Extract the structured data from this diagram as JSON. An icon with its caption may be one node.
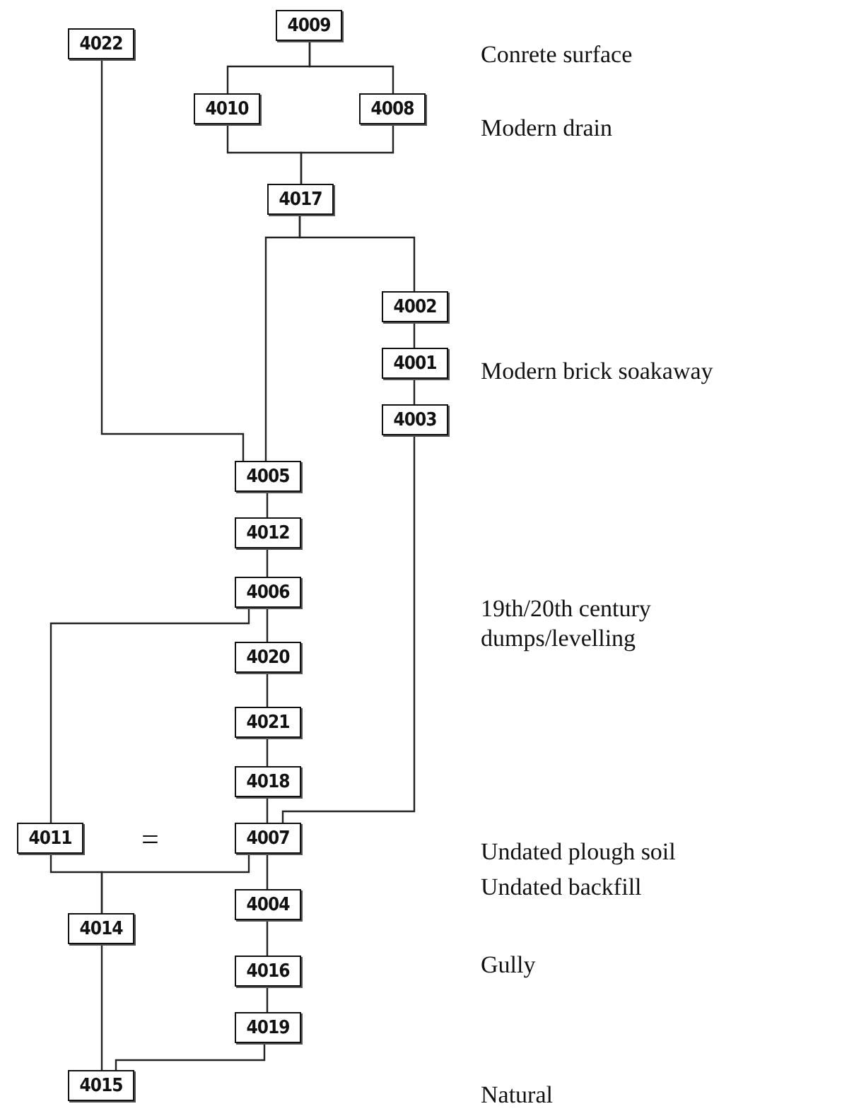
{
  "diagram": {
    "nodes": [
      {
        "text": [
          "4022"
        ]
      },
      {
        "text": [
          "4009"
        ]
      },
      {
        "text": [
          "4010"
        ]
      },
      {
        "text": [
          "4008"
        ]
      },
      {
        "text": [
          "4017"
        ]
      },
      {
        "text": [
          "4002"
        ]
      },
      {
        "text": [
          "4001"
        ]
      },
      {
        "text": [
          "4003"
        ]
      },
      {
        "text": [
          "4005"
        ]
      },
      {
        "text": [
          "4012"
        ]
      },
      {
        "text": [
          "4006"
        ]
      },
      {
        "text": [
          "4020"
        ]
      },
      {
        "text": [
          "4021"
        ]
      },
      {
        "text": [
          "4018"
        ]
      },
      {
        "text": [
          "4011"
        ]
      },
      {
        "text": [
          "4007"
        ]
      },
      {
        "text": [
          "4004"
        ]
      },
      {
        "text": [
          "4014"
        ]
      },
      {
        "text": [
          "4016"
        ]
      },
      {
        "text": [
          "4019"
        ]
      },
      {
        "text": [
          "4015"
        ]
      }
    ],
    "edges": [
      {
        "from": 1,
        "to": 2,
        "arrow": "none"
      },
      {
        "from": 1,
        "to": 3,
        "arrow": "none"
      },
      {
        "from": 2,
        "to": 4,
        "arrow": "none"
      },
      {
        "from": 3,
        "to": 4,
        "arrow": "none"
      },
      {
        "from": 4,
        "to": 8,
        "arrow": "none"
      },
      {
        "from": 4,
        "to": 5,
        "arrow": "none"
      },
      {
        "from": 5,
        "to": 6,
        "arrow": "none"
      },
      {
        "from": 6,
        "to": 7,
        "arrow": "none"
      },
      {
        "from": 0,
        "to": 8,
        "arrow": "none"
      },
      {
        "from": 8,
        "to": 9,
        "arrow": "none"
      },
      {
        "from": 9,
        "to": 10,
        "arrow": "none"
      },
      {
        "from": 10,
        "to": 11,
        "arrow": "none"
      },
      {
        "from": 10,
        "to": 14,
        "arrow": "none"
      },
      {
        "from": 11,
        "to": 12,
        "arrow": "none"
      },
      {
        "from": 12,
        "to": 13,
        "arrow": "none"
      },
      {
        "from": 13,
        "to": 15,
        "arrow": "none"
      },
      {
        "from": 7,
        "to": 15,
        "arrow": "none"
      },
      {
        "from": 14,
        "to": 17,
        "arrow": "none"
      },
      {
        "from": 15,
        "to": 17,
        "arrow": "none"
      },
      {
        "from": 15,
        "to": 16,
        "arrow": "none"
      },
      {
        "from": 16,
        "to": 18,
        "arrow": "none"
      },
      {
        "from": 18,
        "to": 19,
        "arrow": "none"
      },
      {
        "from": 17,
        "to": 20,
        "arrow": "none"
      },
      {
        "from": 19,
        "to": 20,
        "arrow": "none"
      }
    ],
    "labels": [
      "Conrete surface",
      "Modern drain",
      "Modern brick soakaway",
      "19th/20th century dumps/levelling",
      "=",
      "Undated plough soil",
      "Undated backfill",
      "Gully",
      "Natural"
    ]
  }
}
